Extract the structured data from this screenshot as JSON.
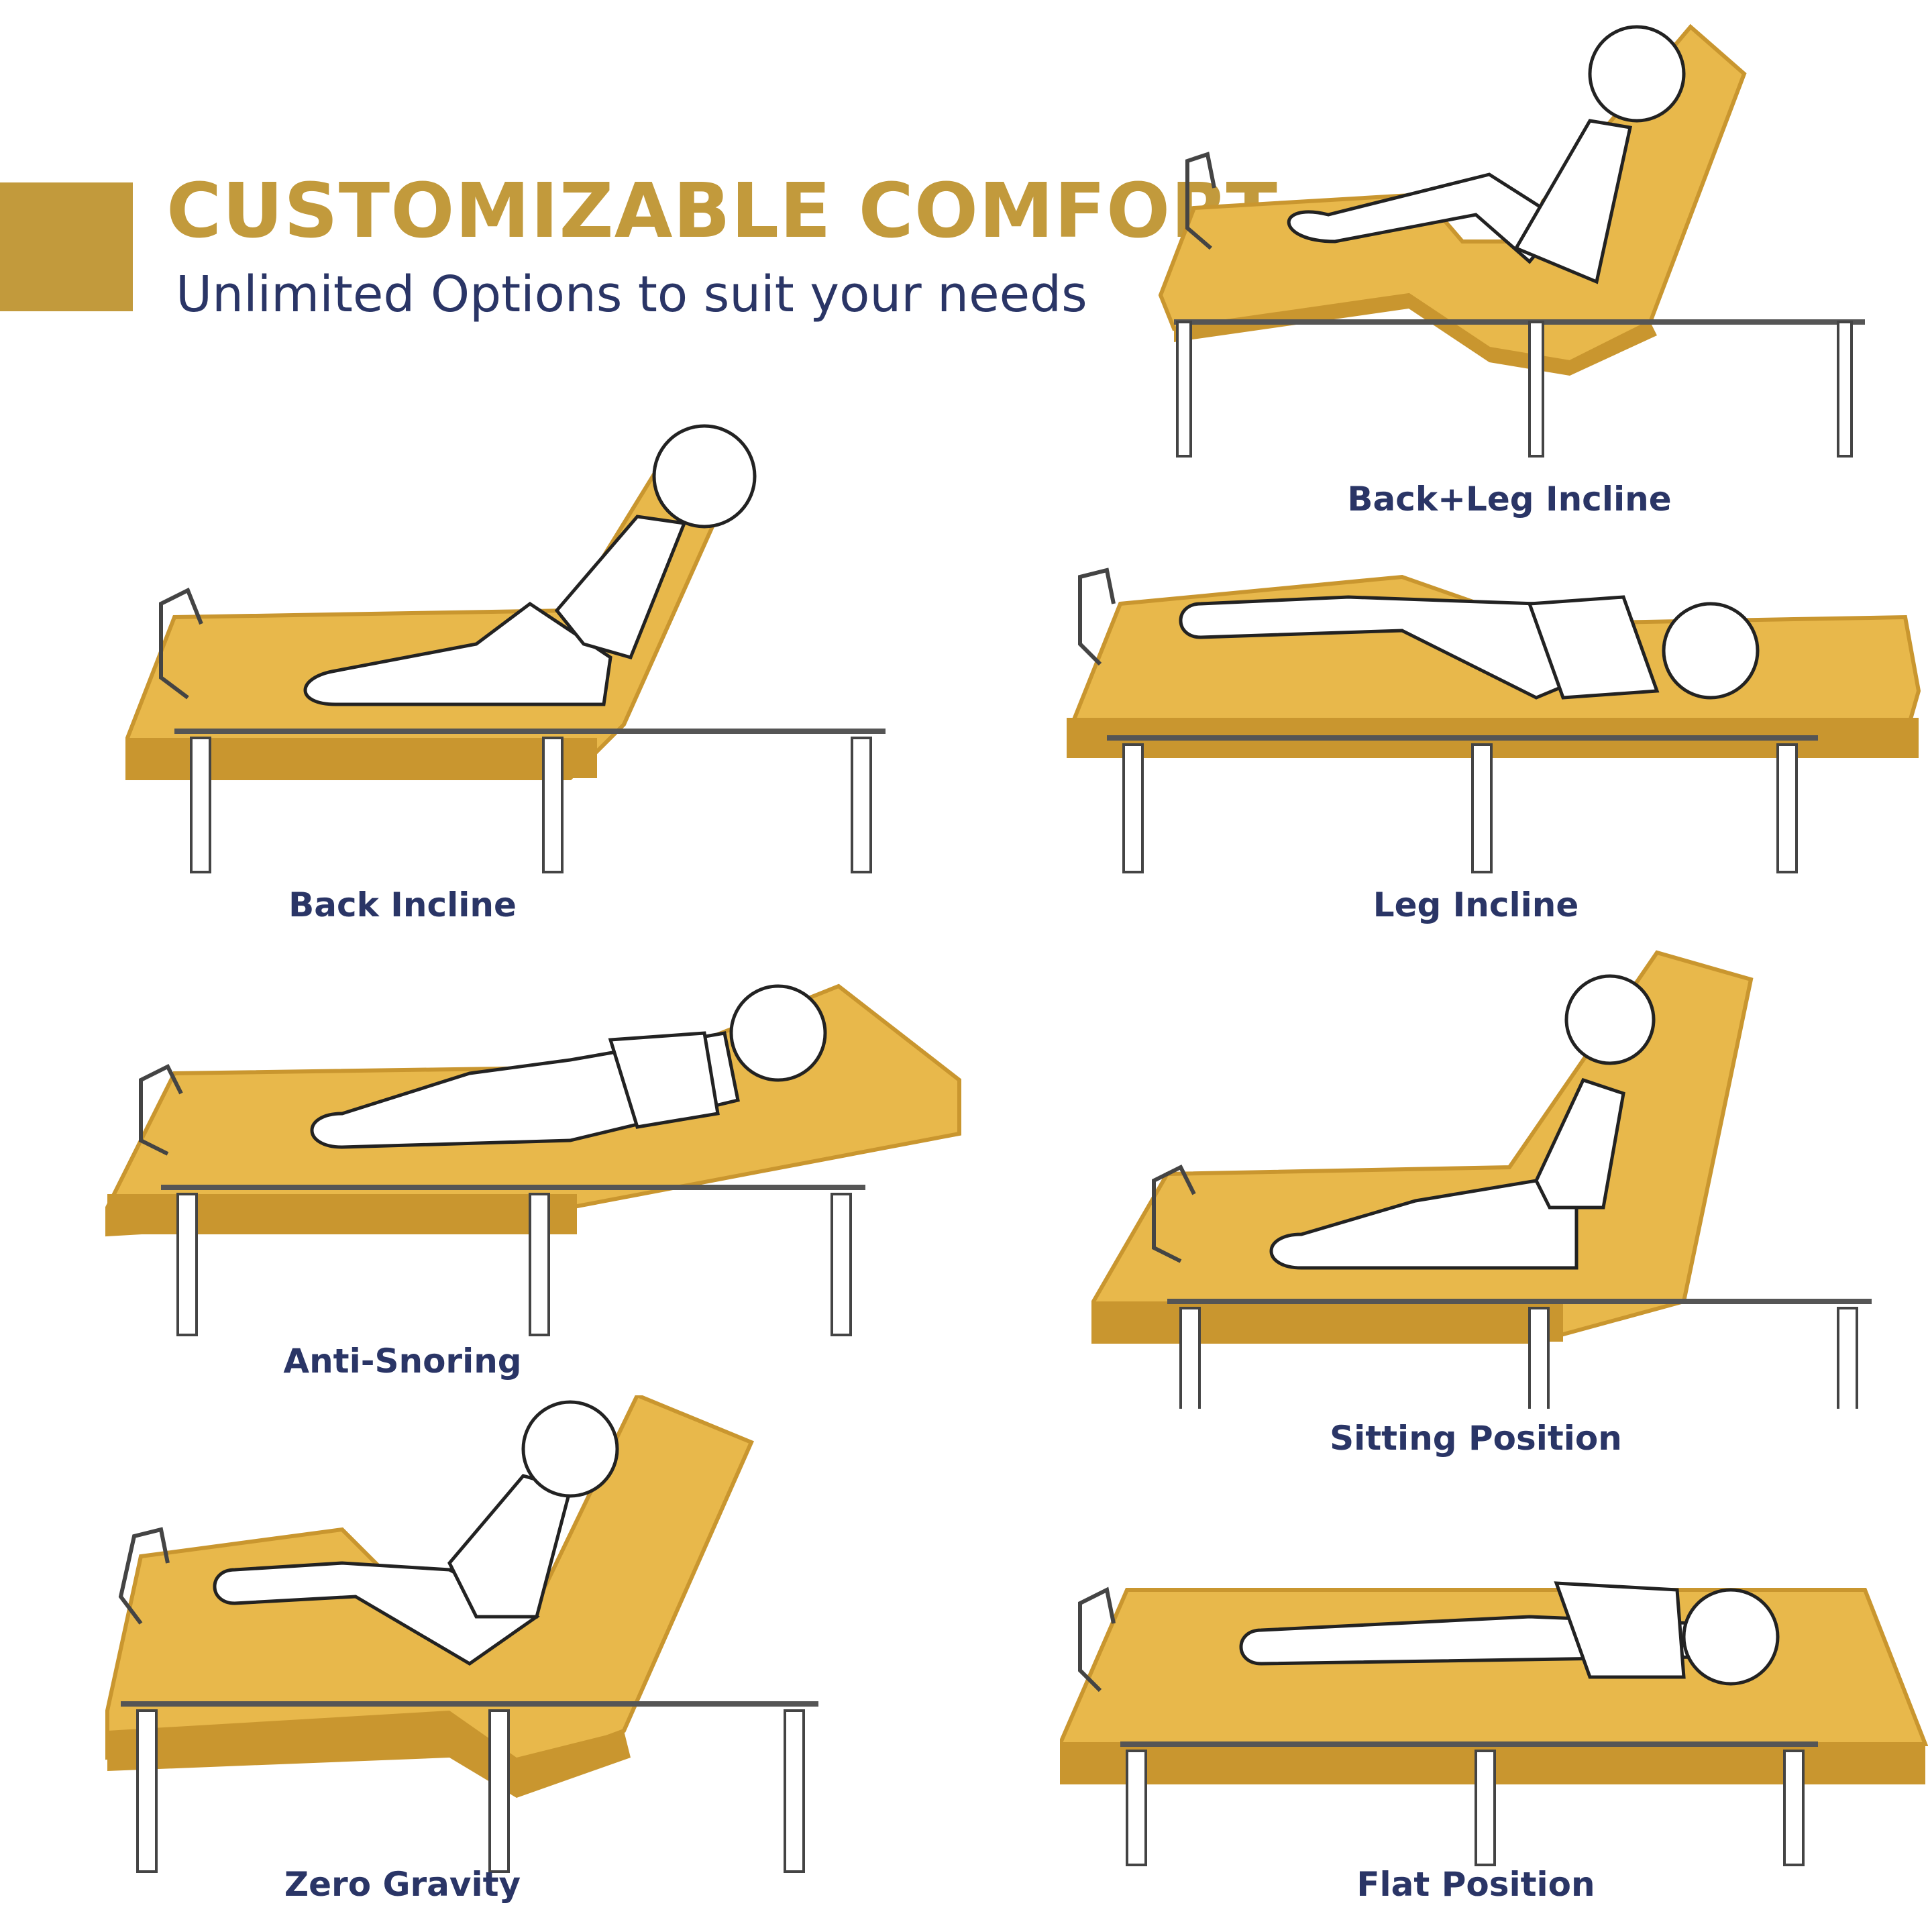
{
  "header": {
    "title": "CUSTOMIZABLE COMFORT",
    "subtitle": "Unlimited Options to suit your needs"
  },
  "colors": {
    "accent": "#c29a3c",
    "mattress": "#e8b84b",
    "mattress_shadow": "#c9962f",
    "text_navy": "#2a3566"
  },
  "positions": [
    {
      "label": "Back+Leg Incline"
    },
    {
      "label": "Back Incline"
    },
    {
      "label": "Leg Incline"
    },
    {
      "label": "Anti-Snoring"
    },
    {
      "label": "Sitting Position"
    },
    {
      "label": "Zero Gravity"
    },
    {
      "label": "Flat Position"
    }
  ]
}
